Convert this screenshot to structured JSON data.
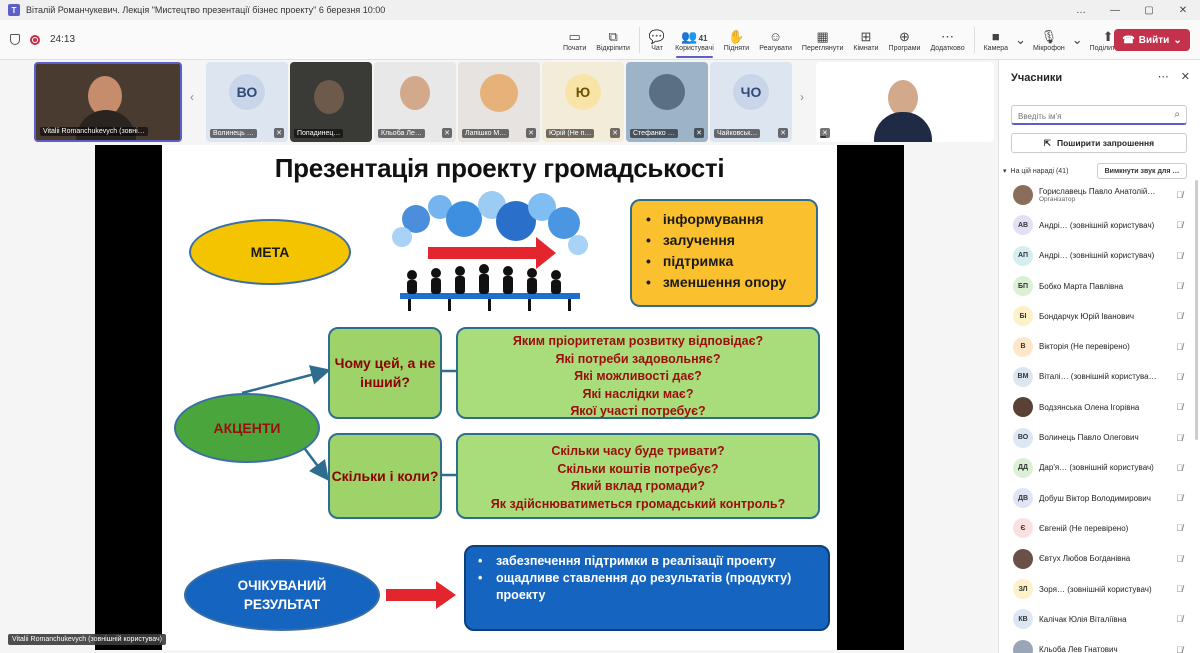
{
  "window": {
    "title": "Віталій Романчукевич. Лекція \"Мистецтво презентації бізнес проекту\" 6 березня 10:00",
    "controls": [
      "…",
      "—",
      "▢",
      "✕"
    ]
  },
  "toolbar": {
    "timer": "24:13",
    "tools": [
      {
        "label": "Почати",
        "icon": "▭"
      },
      {
        "label": "Відкріпити",
        "icon": "⧉"
      },
      {
        "label": "Чат",
        "icon": "💬"
      },
      {
        "label": "Користувачі",
        "icon": "👥",
        "count": "41"
      },
      {
        "label": "Підняти",
        "icon": "✋"
      },
      {
        "label": "Реагувати",
        "icon": "☺"
      },
      {
        "label": "Переглянути",
        "icon": "▦"
      },
      {
        "label": "Кімнати",
        "icon": "⊞"
      },
      {
        "label": "Програми",
        "icon": "⊕"
      },
      {
        "label": "Додатково",
        "icon": "⋯"
      }
    ],
    "media": [
      {
        "label": "Камера",
        "icon": "■"
      },
      {
        "label": "Мікрофон",
        "icon": "🎙"
      },
      {
        "label": "Поділитися",
        "icon": "⬆"
      }
    ],
    "leave_label": "Вийти"
  },
  "strip": {
    "tiles": [
      {
        "name": "Vitalii Romanchukevych (зовні…",
        "initials": ""
      },
      {
        "name": "Волинець …",
        "initials": "ВО"
      },
      {
        "name": "Попадинец…",
        "initials": ""
      },
      {
        "name": "Кльоба Ле…",
        "initials": ""
      },
      {
        "name": "Лапішко М…",
        "initials": ""
      },
      {
        "name": "Юрій (Не п…",
        "initials": "Ю"
      },
      {
        "name": "Стефанко …",
        "initials": ""
      },
      {
        "name": "Чайковськ…",
        "initials": "ЧО"
      },
      {
        "name": "",
        "initials": ""
      }
    ]
  },
  "slide": {
    "title": "Презентація проекту громадськості",
    "meta_label": "МЕТА",
    "goals": [
      "інформування",
      "залучення",
      "підтримка",
      "зменшення опору"
    ],
    "accents_label": "АКЦЕНТИ",
    "why_label": "Чому цей, а не інший?",
    "why_questions": [
      "Яким пріоритетам розвитку відповідає?",
      "Які потреби задовольняє?",
      "Які можливості дає?",
      "Які наслідки має?",
      "Якої участі потребує?"
    ],
    "when_label": "Скільки і коли?",
    "when_questions": [
      "Скільки часу буде тривати?",
      "Скільки коштів потребує?",
      "Який вклад громади?",
      "Як здійснюватиметься громадський контроль?"
    ],
    "result_label": "ОЧІКУВАНИЙ РЕЗУЛЬТАТ",
    "results": [
      "забезпечення підтримки в реалізації проекту",
      "ощадливе ставлення до результатів (продукту) проекту"
    ]
  },
  "presenter_label": "Vitalii Romanchukevych (зовнішній користувач)",
  "panel": {
    "title": "Учасники",
    "search_placeholder": "Введіть ім'я",
    "share_label": "Поширити запрошення",
    "section_label": "На цій нараді (41)",
    "mute_all_label": "Вимкнути звук для …",
    "participants": [
      {
        "initials": "",
        "name": "Гориславець Павло Анатолій…",
        "role": "Організатор",
        "color": "#8a6d5a"
      },
      {
        "initials": "АВ",
        "name": "Андрі… (зовнішній користувач)",
        "role": "",
        "color": "#e3e0f5"
      },
      {
        "initials": "АП",
        "name": "Андрі… (зовнішній користувач)",
        "role": "",
        "color": "#d6eef0"
      },
      {
        "initials": "БП",
        "name": "Бобко Марта Павлівна",
        "role": "",
        "color": "#dcf0d6"
      },
      {
        "initials": "БІ",
        "name": "Бондарчук Юрій Іванович",
        "role": "",
        "color": "#fdf1c8"
      },
      {
        "initials": "В",
        "name": "Вікторія (Не перевірено)",
        "role": "",
        "color": "#fde7c8"
      },
      {
        "initials": "ВМ",
        "name": "Віталі… (зовнішній користува…",
        "role": "",
        "color": "#dde6f0"
      },
      {
        "initials": "",
        "name": "Водзянська Олена Ігорівна",
        "role": "",
        "color": "#5b4036"
      },
      {
        "initials": "ВО",
        "name": "Волинець Павло Олегович",
        "role": "",
        "color": "#dde6f5"
      },
      {
        "initials": "ДД",
        "name": "Дар'я… (зовнішній користувач)",
        "role": "",
        "color": "#dcf0d6"
      },
      {
        "initials": "ДВ",
        "name": "Добуш Віктор Володимирович",
        "role": "",
        "color": "#e0e4f5"
      },
      {
        "initials": "Є",
        "name": "Євгеній (Не перевірено)",
        "role": "",
        "color": "#fbe0e0"
      },
      {
        "initials": "",
        "name": "Євтух Любов Богданівна",
        "role": "",
        "color": "#6b5048"
      },
      {
        "initials": "ЗЛ",
        "name": "Зоря… (зовнішній користувач)",
        "role": "",
        "color": "#fdf1c8"
      },
      {
        "initials": "КВ",
        "name": "Калічак Юлія Віталіївна",
        "role": "",
        "color": "#dde6f5"
      },
      {
        "initials": "",
        "name": "Кльоба Лев Гнатович",
        "role": "",
        "color": "#9aa6b5"
      }
    ]
  },
  "colors": {
    "accent": "#5b5fc7",
    "leave": "#c4314b",
    "meta_oval": "#f5c400",
    "accents_oval": "#4aa63c",
    "result_oval": "#1565c0",
    "goal_box": "#fbc02d",
    "result_box": "#1565c0"
  }
}
